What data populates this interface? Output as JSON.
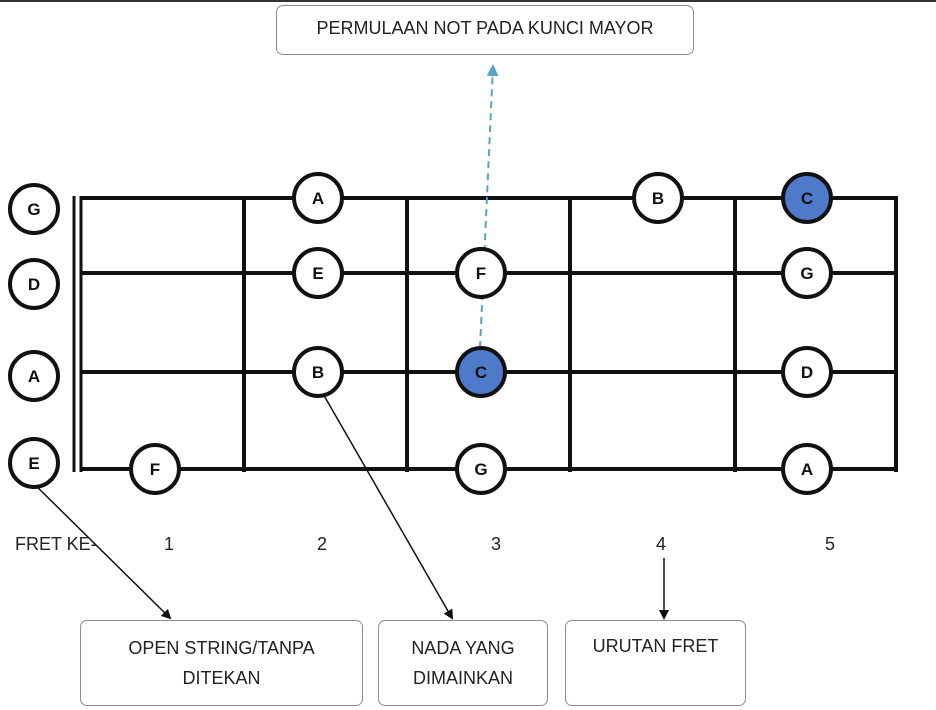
{
  "title_box": {
    "text": "PERMULAAN NOT PADA KUNCI MAYOR"
  },
  "strings": [
    "G",
    "D",
    "A",
    "E"
  ],
  "fret_prefix": "FRET KE-",
  "fret_numbers": [
    "1",
    "2",
    "3",
    "4",
    "5"
  ],
  "notes": [
    {
      "note": "A",
      "string": "G",
      "fret": 2,
      "root": false
    },
    {
      "note": "B",
      "string": "G",
      "fret": 4,
      "root": false
    },
    {
      "note": "C",
      "string": "G",
      "fret": 5,
      "root": true
    },
    {
      "note": "E",
      "string": "D",
      "fret": 2,
      "root": false
    },
    {
      "note": "F",
      "string": "D",
      "fret": 3,
      "root": false
    },
    {
      "note": "G",
      "string": "D",
      "fret": 5,
      "root": false
    },
    {
      "note": "B",
      "string": "A",
      "fret": 2,
      "root": false
    },
    {
      "note": "C",
      "string": "A",
      "fret": 3,
      "root": true
    },
    {
      "note": "D",
      "string": "A",
      "fret": 5,
      "root": false
    },
    {
      "note": "F",
      "string": "E",
      "fret": 1,
      "root": false
    },
    {
      "note": "G",
      "string": "E",
      "fret": 3,
      "root": false
    },
    {
      "note": "A",
      "string": "E",
      "fret": 5,
      "root": false
    }
  ],
  "callouts": {
    "open_string": {
      "line1": "OPEN STRING/TANPA",
      "line2": "DITEKAN"
    },
    "played_note": {
      "line1": "NADA YANG",
      "line2": "DIMAINKAN"
    },
    "fret_order": {
      "line1": "URUTAN FRET"
    }
  },
  "colors": {
    "root_fill": "#4f7ac9",
    "dashed_arrow": "#5aa3c9",
    "line": "#111111"
  }
}
